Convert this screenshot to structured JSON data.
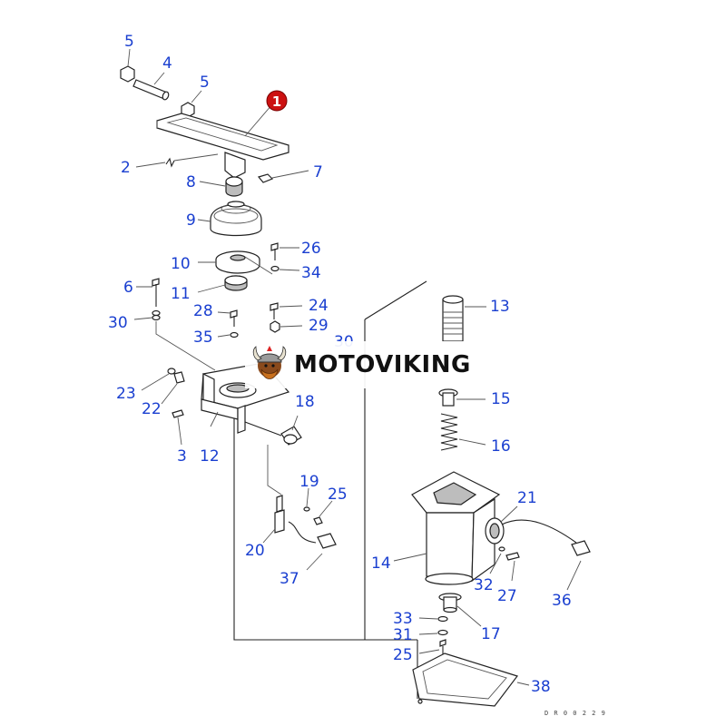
{
  "watermark": {
    "brand": "MOTOVIKING",
    "logo_icon": "viking-helmet-icon"
  },
  "highlight_callout": {
    "label": "1",
    "color": "#cc1111"
  },
  "callout_color": "#1a3fd0",
  "callouts": {
    "c2": "2",
    "c3": "3",
    "c4": "4",
    "c5a": "5",
    "c5b": "5",
    "c6": "6",
    "c7": "7",
    "c8": "8",
    "c9": "9",
    "c10": "10",
    "c11": "11",
    "c12": "12",
    "c13": "13",
    "c14": "14",
    "c15": "15",
    "c16": "16",
    "c17": "17",
    "c18": "18",
    "c19": "19",
    "c20": "20",
    "c21": "21",
    "c22": "22",
    "c23": "23",
    "c24": "24",
    "c25a": "25",
    "c25b": "25",
    "c26": "26",
    "c27": "27",
    "c28": "28",
    "c29": "29",
    "c30a": "30",
    "c30b": "30",
    "c31": "31",
    "c32": "32",
    "c33": "33",
    "c34": "34",
    "c35": "35",
    "c36": "36",
    "c37": "37",
    "c38": "38"
  },
  "doc_code": "D R 0 0 2 2 9"
}
